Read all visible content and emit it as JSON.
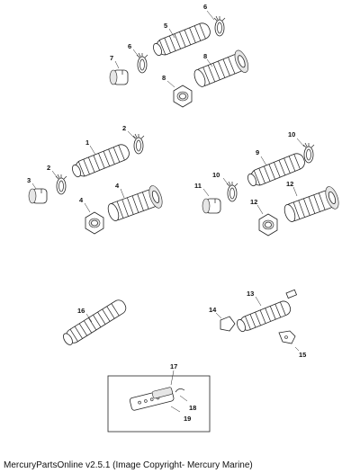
{
  "callouts": {
    "c1": "1",
    "c2a": "2",
    "c2b": "2",
    "c3": "3",
    "c4a": "4",
    "c4b": "4",
    "c5": "5",
    "c6a": "6",
    "c6b": "6",
    "c7": "7",
    "c8a": "8",
    "c8b": "8",
    "c9": "9",
    "c10a": "10",
    "c10b": "10",
    "c11": "11",
    "c12a": "12",
    "c12b": "12",
    "c13": "13",
    "c14": "14",
    "c15": "15",
    "c16": "16",
    "c17": "17",
    "c18": "18",
    "c19": "19"
  },
  "caption": "MercuryPartsOnline v2.5.1 (Image Copyright- Mercury Marine)"
}
